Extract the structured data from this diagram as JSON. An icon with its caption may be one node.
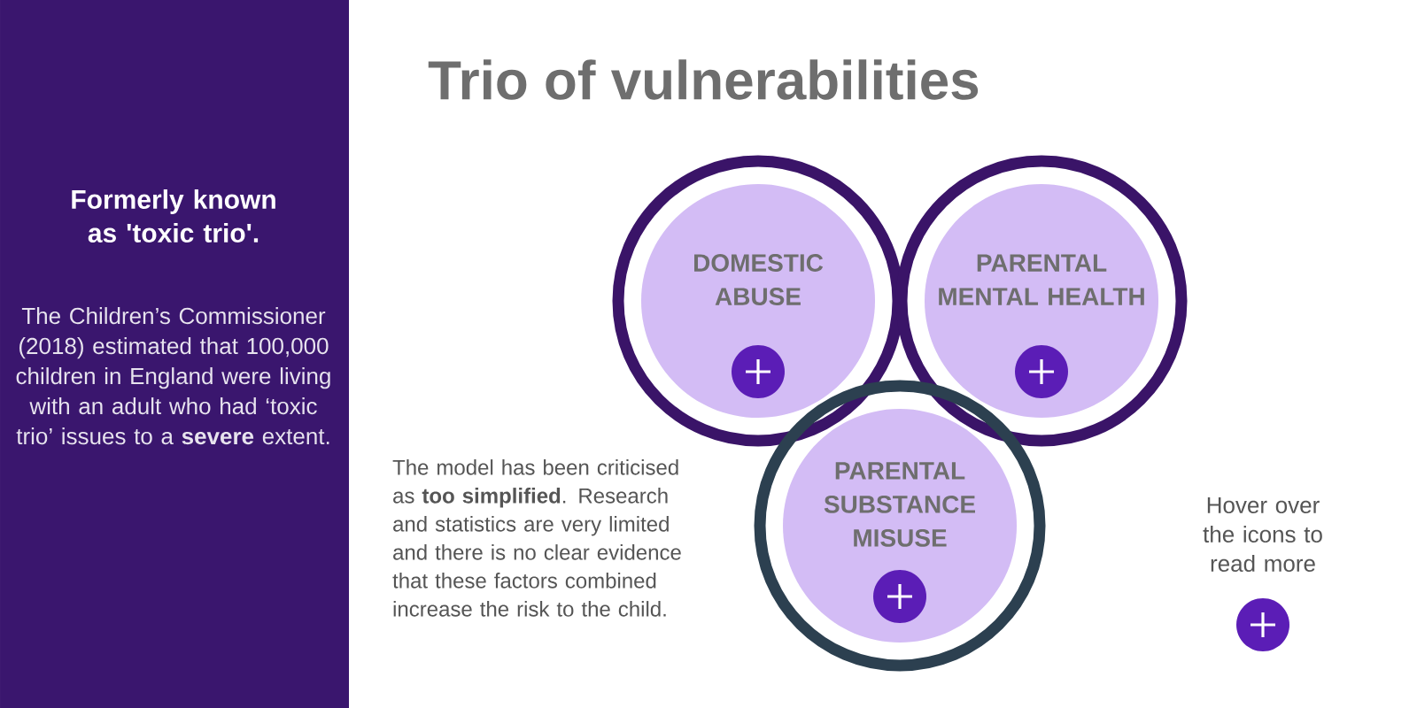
{
  "diagram": {
    "title": "Trio of vulnerabilities",
    "nodes": [
      {
        "text": [
          "Formerly known as 'toxic trio'.",
          "The Children’s Commissioner (2018) estimated that 100,000 children in England were living with an adult who had ‘toxic trio’ issues to a **severe** extent."
        ]
      },
      {
        "text": [
          "DOMESTIC ABUSE"
        ]
      },
      {
        "text": [
          "PARENTAL MENTAL HEALTH"
        ]
      },
      {
        "text": [
          "PARENTAL SUBSTANCE MISUSE"
        ]
      }
    ],
    "labels": [
      "The model has been criticised as **too simplified**. Research and statistics are very limited and there is no clear evidence that these factors combined increase the risk to the child.",
      "Hover over the icons to read more"
    ]
  }
}
